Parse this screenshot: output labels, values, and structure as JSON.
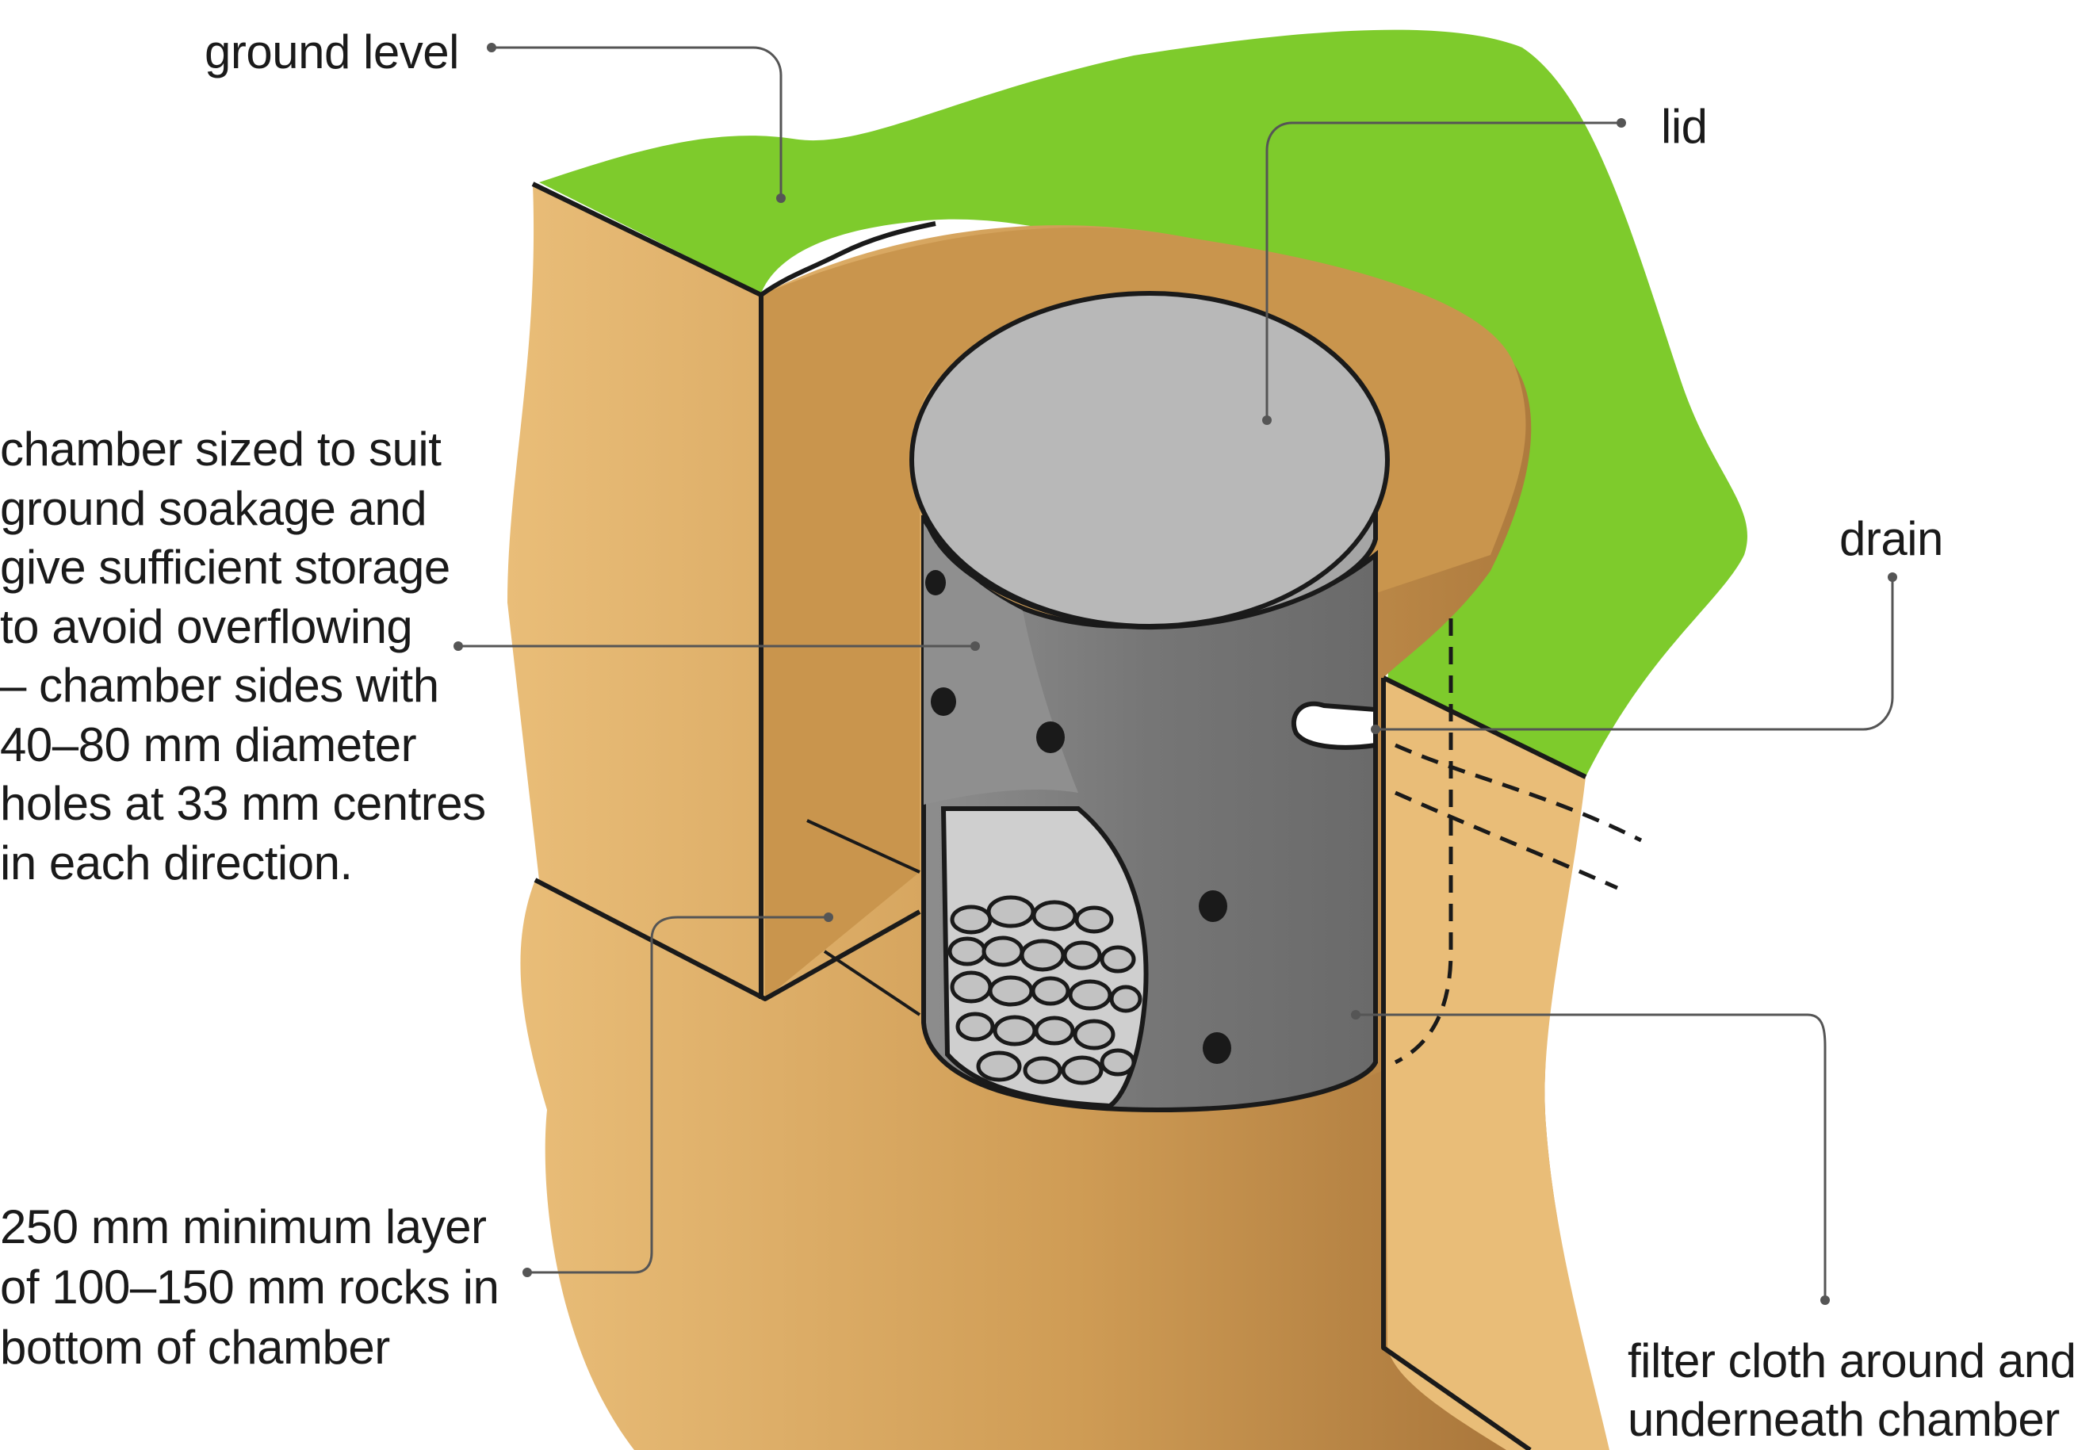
{
  "labels": {
    "ground_level": "ground level",
    "lid": "lid",
    "drain": "drain",
    "chamber": "chamber sized to suit\nground soakage and\ngive sufficient storage\nto avoid overflowing\n– chamber sides with\n40–80 mm diameter\nholes at 33 mm centres\nin each direction.",
    "rocks": "250 mm minimum layer\nof 100–150 mm rocks in\nbottom of chamber",
    "filter_cloth": "filter cloth around and\nunderneath chamber"
  },
  "colors": {
    "grass": "#7ecb2c",
    "soil_light": "#e9bd78",
    "soil_dark": "#c9954d",
    "soil_shadow": "#a8753a",
    "lid": "#b8b8b8",
    "chamber": "#7a7a7a",
    "rock": "#c9c9c9",
    "outline": "#1a1a1a",
    "leader": "#555555"
  }
}
